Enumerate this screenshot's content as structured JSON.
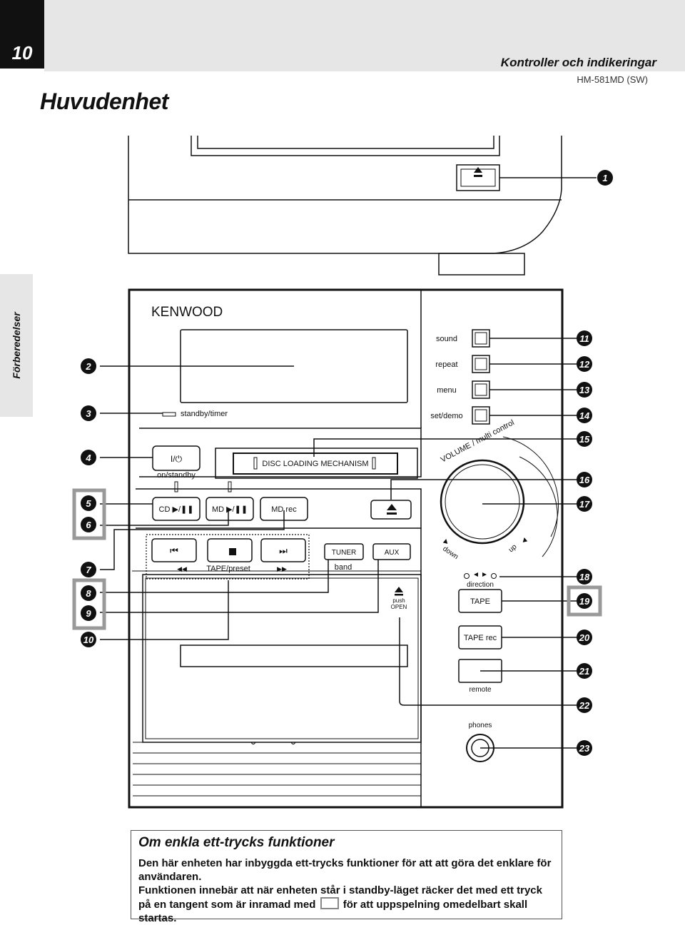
{
  "page": {
    "number": "10",
    "section_title": "Kontroller och indikeringar",
    "model": "HM-581MD (SW)",
    "heading": "Huvudenhet",
    "side_tab": "Förberedelser"
  },
  "device": {
    "brand": "KENWOOD",
    "labels": {
      "sound": "sound",
      "repeat": "repeat",
      "menu": "menu",
      "set_demo": "set/demo",
      "standby_timer": "standby/timer",
      "power_symbol": "I/⏻",
      "on_standby": "on/standby",
      "disc_loading": "DISC LOADING MECHANISM",
      "cd": "CD ▶/❚❚",
      "md": "MD ▶/❚❚",
      "md_rec": "MD rec",
      "eject": "⏏",
      "prev": "⏮",
      "stop": "■",
      "next": "⏭",
      "tape_preset": "TAPE/preset",
      "tuner": "TUNER",
      "band": "band",
      "aux": "AUX",
      "push": "push",
      "open": "OPEN",
      "volume_arc": "VOLUME / multi control",
      "down": "down",
      "up": "up",
      "direction": "direction",
      "tape": "TAPE",
      "tape_rec": "TAPE rec",
      "remote": "remote",
      "phones": "phones"
    }
  },
  "callouts": [
    "1",
    "2",
    "3",
    "4",
    "5",
    "6",
    "7",
    "8",
    "9",
    "10",
    "11",
    "12",
    "13",
    "14",
    "15",
    "16",
    "17",
    "18",
    "19",
    "20",
    "21",
    "22",
    "23"
  ],
  "info": {
    "title": "Om enkla ett-trycks funktioner",
    "p1": "Den här enheten har inbyggda ett-trycks funktioner för att att göra det enklare för användaren.",
    "p2a": "Funktionen innebär att när enheten står i standby-läget räcker det med ett tryck på en tangent som är inramad med",
    "p2b": "för att uppspelning omedelbart skall startas."
  },
  "colors": {
    "highlight": "#999999",
    "dark": "#111111",
    "panel": "#e6e6e6"
  }
}
